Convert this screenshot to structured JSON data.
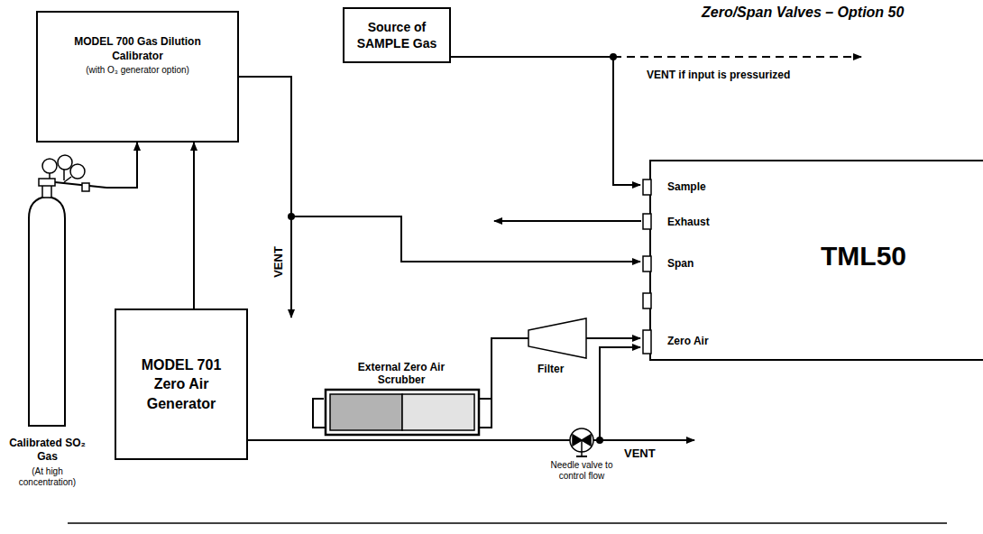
{
  "diagram": {
    "title": "Zero/Span Valves – Option 50",
    "nodes": [
      {
        "text": [
          "MODEL 700 Gas Dilution Calibrator",
          "(with O₃ generator option)"
        ]
      },
      {
        "text": [
          "Source of SAMPLE Gas"
        ]
      },
      {
        "text": [
          "Sample",
          "Exhaust",
          "Span",
          "TML50",
          "Zero Air"
        ]
      },
      {
        "text": [
          "MODEL 701 Zero Air Generator"
        ]
      },
      {
        "text": [
          "External Zero Air Scrubber"
        ]
      },
      {
        "text": [
          "Filter"
        ]
      },
      {
        "text": [
          "Calibrated SO₂ Gas",
          "(At high concentration)"
        ]
      },
      {
        "text": [
          "Needle valve to control flow"
        ]
      }
    ],
    "edges": [
      {
        "from": 6,
        "to": 0,
        "arrow": "to"
      },
      {
        "from": 3,
        "to": 0,
        "arrow": "to"
      },
      {
        "from": 0,
        "to": 2,
        "arrow": "to"
      },
      {
        "from": 1,
        "to": 2,
        "arrow": "to"
      },
      {
        "from": 3,
        "to": 7,
        "arrow": "none"
      },
      {
        "from": 7,
        "to": 2,
        "arrow": "to"
      },
      {
        "from": 4,
        "to": 5,
        "arrow": "none"
      },
      {
        "from": 5,
        "to": 2,
        "arrow": "to"
      }
    ],
    "labels": [
      "VENT if input is pressurized",
      "VENT",
      "VENT"
    ]
  }
}
